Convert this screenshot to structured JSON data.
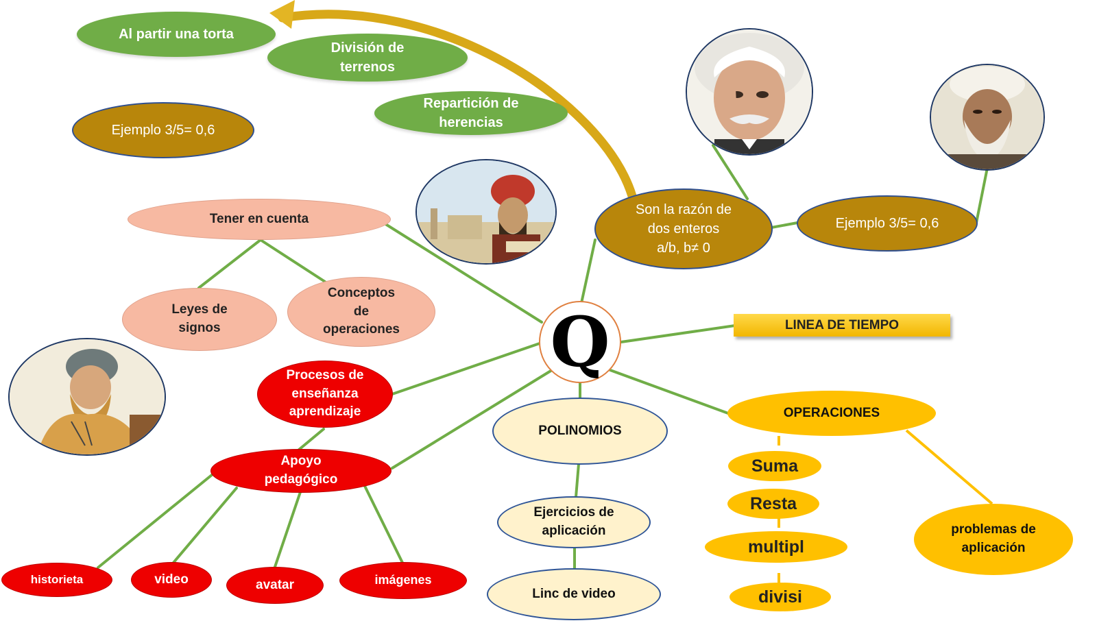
{
  "center": {
    "label": "Q"
  },
  "nodes": {
    "al_partir": "Al partir una torta",
    "division": "División de\nterrenos",
    "reparticion": "Repartición de\nherencias",
    "ejemplo_left": "Ejemplo 3/5= 0,6",
    "razon": "Son la razón de\ndos enteros\na/b,  b≠ 0",
    "ejemplo_right": "Ejemplo 3/5= 0,6",
    "tener": "Tener en cuenta",
    "leyes": "Leyes de\nsignos",
    "conceptos": "Conceptos\nde\noperaciones",
    "linea": "LINEA DE TIEMPO",
    "procesos": "Procesos de\nenseñanza\naprendizaje",
    "apoyo": "Apoyo\npedagógico",
    "polinomios": "POLINOMIOS",
    "ejercicios": "Ejercicios de\naplicación",
    "linc": "Linc de  video",
    "operaciones": "OPERACIONES",
    "suma": "Suma",
    "resta": "Resta",
    "multipl": "multipl",
    "divisi": "divisi",
    "problemas": "problemas de\naplicación",
    "historieta": "historieta",
    "video": "video",
    "avatar": "avatar",
    "imagenes": "imágenes"
  },
  "colors": {
    "green": "#70ad47",
    "gold": "#b8860b",
    "salmon": "#f7b9a2",
    "red": "#ee0000",
    "cream": "#fff2cc",
    "yellow": "#ffc000",
    "connector": "#70ad47",
    "operations_connector": "#ffc000",
    "arrow": "#e0b020"
  },
  "portraits": [
    "einstein-portrait",
    "scholar-portrait",
    "al-khwarizmi-portrait",
    "archimedes-portrait"
  ]
}
